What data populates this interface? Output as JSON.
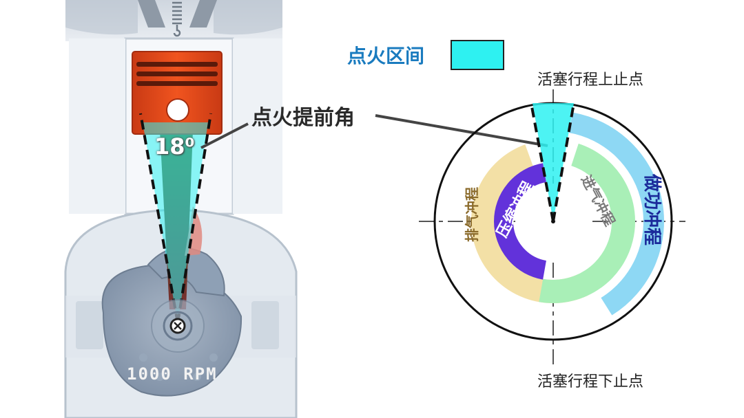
{
  "legend": {
    "title": "点火区间",
    "swatch_color": "#2ef1f1"
  },
  "labels": {
    "tdc": "活塞行程上止点",
    "bdc": "活塞行程下止点",
    "ignition_advance": "点火提前角",
    "advance_angle": "18⁰",
    "engine_speed": "1000 RPM"
  },
  "strokes": {
    "power": {
      "label": "做功冲程",
      "color": "#8ed8f4",
      "text_color": "#1b2a9a"
    },
    "exhaust": {
      "label": "排气冲程",
      "color": "#f3e0a6",
      "text_color": "#8a6a2a"
    },
    "compression": {
      "label": "压缩冲程",
      "color": "#6232da",
      "text_color": "#ffffff"
    },
    "intake": {
      "label": "进气冲程",
      "color": "#a9efb7",
      "text_color": "#7a7a7a"
    }
  },
  "icons": {
    "crank_center": "crankshaft-center-icon",
    "piston": "piston-icon",
    "valve_spring": "valve-spring-icon"
  }
}
